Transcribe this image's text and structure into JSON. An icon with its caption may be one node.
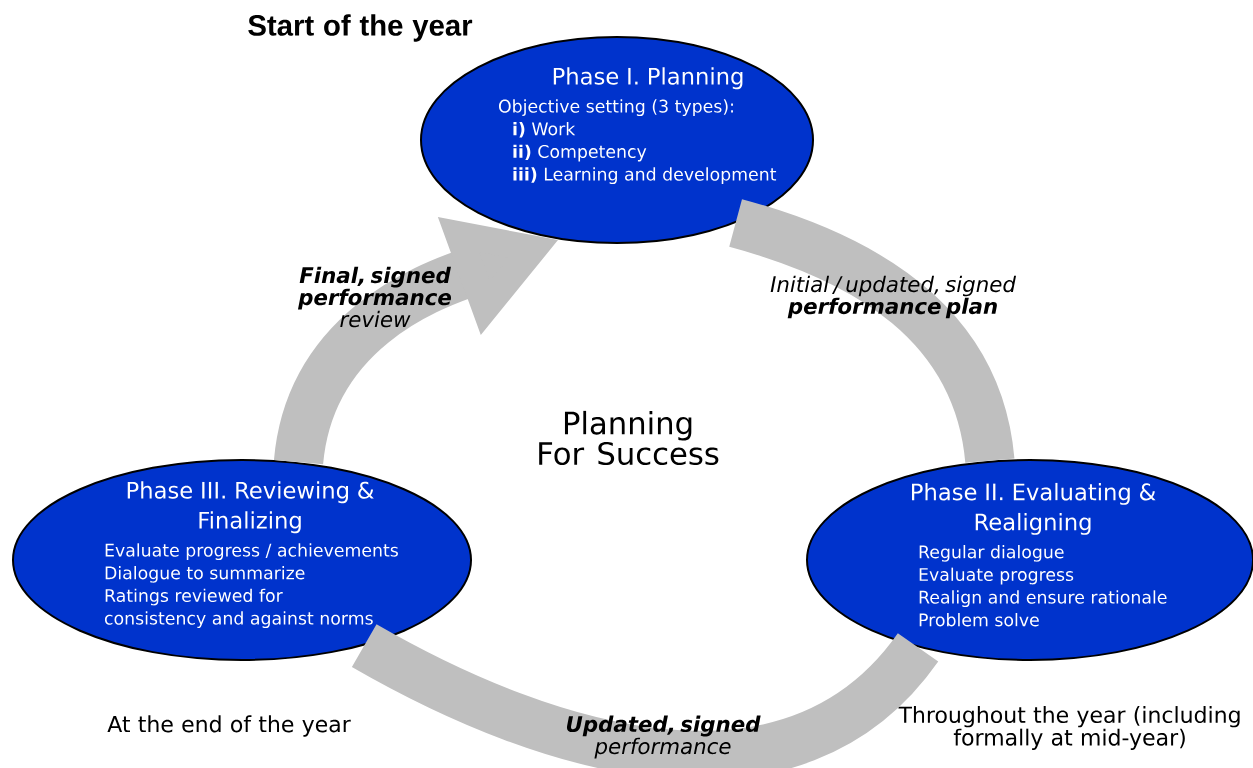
{
  "diagram": {
    "nodes": [
      {
        "text": [
          "Phase I. Planning",
          "Objective setting (3 types):",
          "**i)** Work",
          "**ii)** Competency",
          "**iii)** Learning and development"
        ],
        "beside": [
          "Start of the year"
        ]
      },
      {
        "text": [
          "Phase III. Reviewing & Finalizing",
          "Evaluate progress / achievements",
          "Dialogue to summarize",
          "Ratings reviewed for consistency and against norms"
        ],
        "beside": [
          "At the end of the year"
        ]
      },
      {
        "text": [
          "Phase II. Evaluating & Realigning",
          "Regular dialogue",
          "Evaluate progress",
          "Realign and ensure rationale",
          "Problem solve"
        ],
        "beside": [
          "Throughout the year (including formally at mid-year)"
        ]
      }
    ],
    "edges": [
      {
        "from": 1,
        "to": 0,
        "arrow": "to",
        "label": "**Final, signed performance** review"
      },
      {
        "from": 0,
        "to": 2,
        "arrow": "none",
        "label": "Initial / updated, signed **performance plan**"
      },
      {
        "from": 2,
        "to": 1,
        "arrow": "none",
        "label": "**Updated, signed** performance"
      }
    ],
    "labels": [
      "Planning For Success"
    ]
  }
}
